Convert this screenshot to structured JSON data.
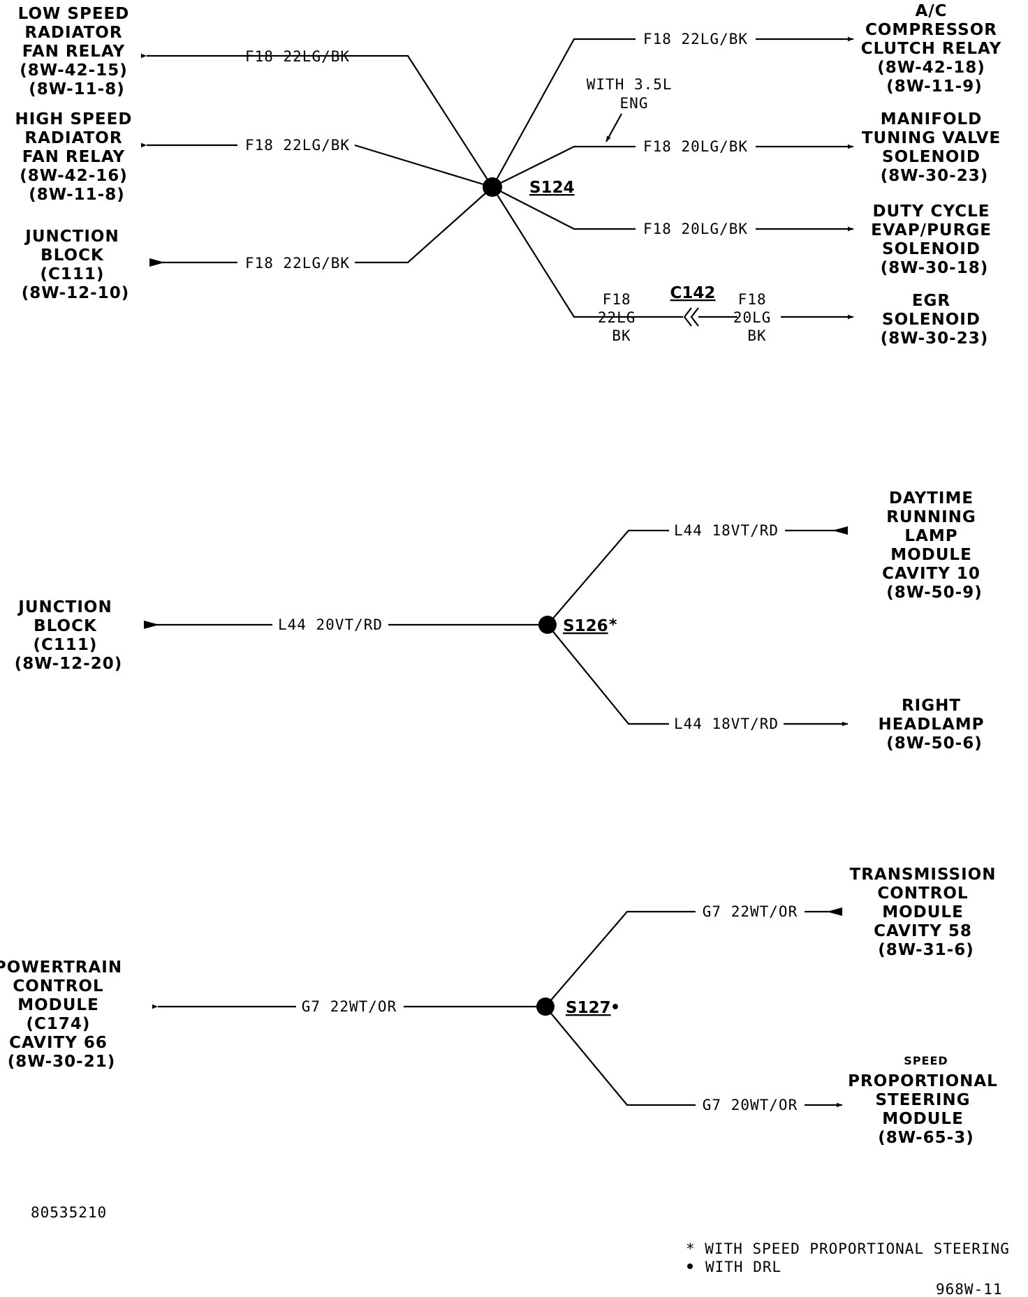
{
  "s124": {
    "splice": "S124",
    "wires": {
      "left_top": "F18 22LG/BK",
      "left_mid": "F18 22LG/BK",
      "left_bot": "F18 22LG/BK",
      "right_1": "F18 22LG/BK",
      "right_2": "F18 20LG/BK",
      "right_3": "F18 20LG/BK",
      "egr_left": [
        "F18",
        "22LG",
        "BK"
      ],
      "egr_right": [
        "F18",
        "20LG",
        "BK"
      ]
    },
    "eng_note": [
      "WITH 3.5L",
      "ENG"
    ],
    "connector": "C142",
    "components": {
      "low_speed_fan": [
        "LOW SPEED",
        "RADIATOR",
        "FAN RELAY",
        "(8W-42-15)",
        "(8W-11-8)"
      ],
      "high_speed_fan": [
        "HIGH SPEED",
        "RADIATOR",
        "FAN RELAY",
        "(8W-42-16)",
        "(8W-11-8)"
      ],
      "junction_block": [
        "JUNCTION",
        "BLOCK",
        "(C111)",
        "(8W-12-10)"
      ],
      "ac_clutch": [
        "A/C",
        "COMPRESSOR",
        "CLUTCH RELAY",
        "(8W-42-18)",
        "(8W-11-9)"
      ],
      "manifold_valve": [
        "MANIFOLD",
        "TUNING VALVE",
        "SOLENOID",
        "(8W-30-23)"
      ],
      "evap_purge": [
        "DUTY CYCLE",
        "EVAP/PURGE",
        "SOLENOID",
        "(8W-30-18)"
      ],
      "egr": [
        "EGR",
        "SOLENOID",
        "(8W-30-23)"
      ]
    }
  },
  "s126": {
    "splice": "S126",
    "mark": "*",
    "wires": {
      "left": "L44 20VT/RD",
      "right_top": "L44 18VT/RD",
      "right_bot": "L44 18VT/RD"
    },
    "components": {
      "junction_block": [
        "JUNCTION",
        "BLOCK",
        "(C111)",
        "(8W-12-20)"
      ],
      "drl_module": [
        "DAYTIME",
        "RUNNING",
        "LAMP",
        "MODULE",
        "CAVITY 10",
        "(8W-50-9)"
      ],
      "right_headlamp": [
        "RIGHT",
        "HEADLAMP",
        "(8W-50-6)"
      ]
    }
  },
  "s127": {
    "splice": "S127",
    "mark": "•",
    "wires": {
      "left": "G7 22WT/OR",
      "right_top": "G7 22WT/OR",
      "right_bot": "G7 20WT/OR"
    },
    "components": {
      "pcm": [
        "POWERTRAIN",
        "CONTROL",
        "MODULE",
        "(C174)",
        "CAVITY 66",
        "(8W-30-21)"
      ],
      "tcm": [
        "TRANSMISSION",
        "CONTROL",
        "MODULE",
        "CAVITY 58",
        "(8W-31-6)"
      ],
      "sps_small": "SPEED",
      "sps": [
        "PROPORTIONAL",
        "STEERING",
        "MODULE",
        "(8W-65-3)"
      ]
    }
  },
  "footer": {
    "part_number": "80535210",
    "note_star": "*  WITH SPEED PROPORTIONAL STEERING",
    "note_dot": "WITH DRL",
    "figure_id": "968W-11"
  }
}
